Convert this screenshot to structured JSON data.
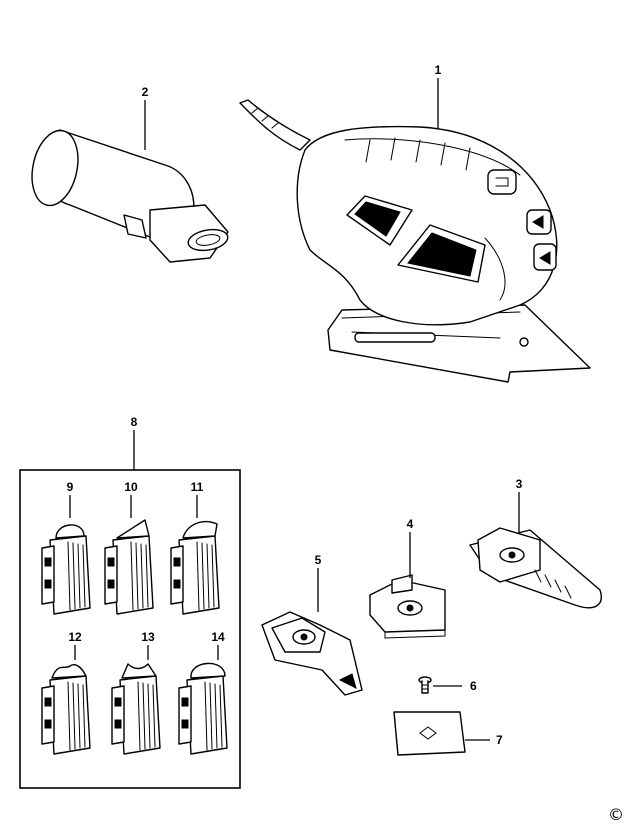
{
  "parts": [
    {
      "id": "1",
      "label": "1",
      "name": "mouse-sander-body"
    },
    {
      "id": "2",
      "label": "2",
      "name": "dust-canister"
    },
    {
      "id": "3",
      "label": "3",
      "name": "finger-sanding-attachment"
    },
    {
      "id": "4",
      "label": "4",
      "name": "detail-sanding-plate"
    },
    {
      "id": "5",
      "label": "5",
      "name": "curved-sanding-attachment"
    },
    {
      "id": "6",
      "label": "6",
      "name": "screw"
    },
    {
      "id": "7",
      "label": "7",
      "name": "sanding-pad"
    },
    {
      "id": "8",
      "label": "8",
      "name": "profile-attachment-set"
    },
    {
      "id": "9",
      "label": "9",
      "name": "profile-round"
    },
    {
      "id": "10",
      "label": "10",
      "name": "profile-triangular"
    },
    {
      "id": "11",
      "label": "11",
      "name": "profile-teardrop"
    },
    {
      "id": "12",
      "label": "12",
      "name": "profile-concave"
    },
    {
      "id": "13",
      "label": "13",
      "name": "profile-double-concave"
    },
    {
      "id": "14",
      "label": "14",
      "name": "profile-large-round"
    }
  ],
  "copyright_symbol": "©"
}
